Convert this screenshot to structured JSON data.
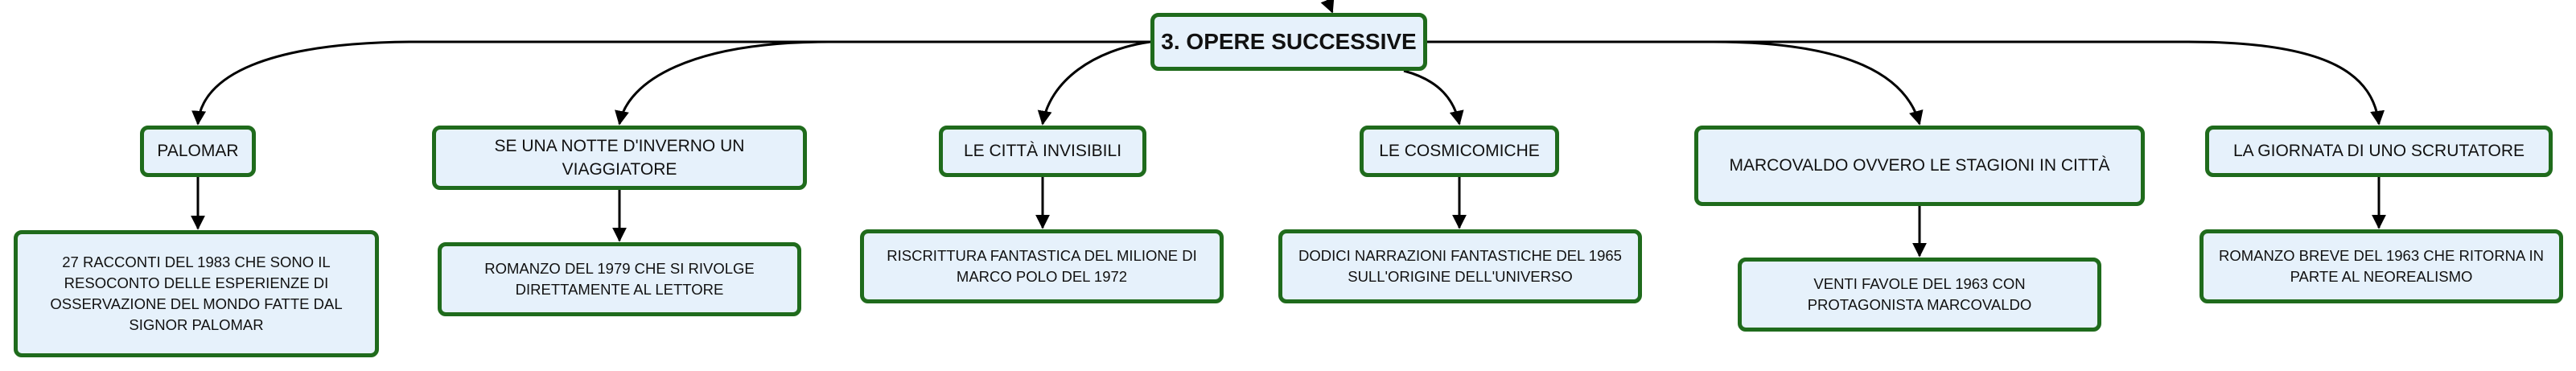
{
  "root": {
    "label": "3. OPERE SUCCESSIVE"
  },
  "colors": {
    "border": "#1f6b1c",
    "fill": "#e6f1fb",
    "line": "#000000"
  },
  "branches": [
    {
      "topic": "PALOMAR",
      "detail": "27 RACCONTI DEL 1983 CHE SONO IL RESOCONTO DELLE ESPERIENZE DI OSSERVAZIONE DEL MONDO FATTE DAL SIGNOR PALOMAR"
    },
    {
      "topic": "SE UNA NOTTE D'INVERNO UN VIAGGIATORE",
      "detail": "ROMANZO DEL 1979 CHE SI RIVOLGE DIRETTAMENTE AL LETTORE"
    },
    {
      "topic": "LE CITTÀ INVISIBILI",
      "detail": "RISCRITTURA FANTASTICA DEL MILIONE DI MARCO POLO DEL 1972"
    },
    {
      "topic": "LE COSMICOMICHE",
      "detail": "DODICI NARRAZIONI FANTASTICHE DEL 1965 SULL'ORIGINE DELL'UNIVERSO"
    },
    {
      "topic": "MARCOVALDO OVVERO LE STAGIONI IN CITTÀ",
      "detail": "VENTI FAVOLE DEL 1963 CON PROTAGONISTA MARCOVALDO"
    },
    {
      "topic": "LA GIORNATA DI UNO SCRUTATORE",
      "detail": "ROMANZO BREVE DEL 1963 CHE RITORNA IN PARTE AL NEOREALISMO"
    }
  ]
}
